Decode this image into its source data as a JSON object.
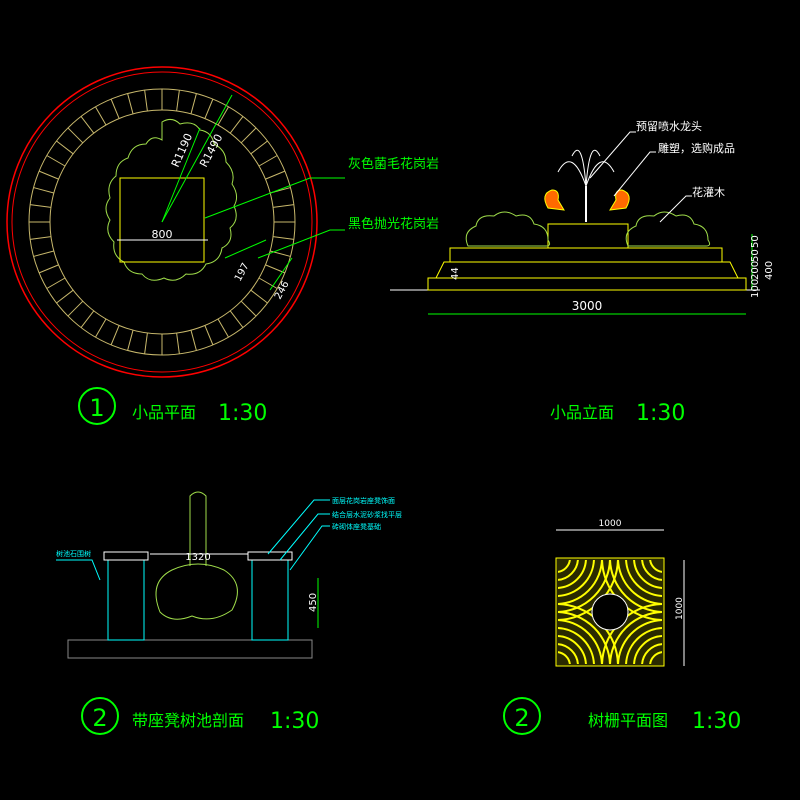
{
  "drawing_1": {
    "number": "1",
    "title": "小品平面",
    "scale": "1:30",
    "dim_width": "800",
    "dim_r1": "R1190",
    "dim_r2": "R1490",
    "dim_ring_a": "197",
    "dim_ring_b": "246",
    "label_grey": "灰色菌毛花岗岩",
    "label_black": "黑色抛光花岗岩"
  },
  "drawing_elev": {
    "title": "小品立面",
    "scale": "1:30",
    "label_fountain": "预留喷水龙头",
    "label_sculpture": "雕塑，选购成品",
    "label_shrub": "花灌木",
    "dim_total": "3000",
    "dim_step": "44",
    "dim_r1": "50",
    "dim_r2": "50",
    "dim_r3": "200",
    "dim_r4": "400",
    "dim_r5": "100"
  },
  "drawing_2": {
    "number": "2",
    "title": "带座凳树池剖面",
    "scale": "1:30",
    "dim_inner": "1320",
    "dim_depth": "450",
    "note_left": "树池石围树",
    "note_1": "面层花岗岩座凳饰面",
    "note_2": "结合层水泥砂浆找平层",
    "note_3": "砖砌体座凳基础"
  },
  "drawing_3": {
    "number": "2",
    "title": "树栅平面图",
    "scale": "1:30",
    "dim_width": "1000",
    "dim_height": "1000"
  },
  "colors": {
    "background": "#000000",
    "green_text": "#00ff00",
    "yellow": "#ffff00",
    "red": "#ff0000",
    "white": "#ffffff",
    "cyan": "#00ffff",
    "tan": "#c8b86c"
  }
}
